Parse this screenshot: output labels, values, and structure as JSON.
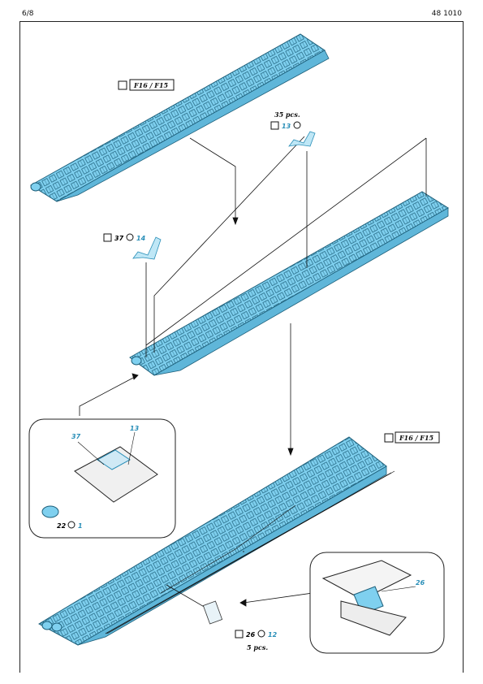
{
  "header": {
    "page": "6/8",
    "kit_number": "48 1010"
  },
  "callouts": {
    "variant_top": "F16 / F15",
    "variant_bottom": "F16 / F15",
    "qty_35": "35 pcs.",
    "qty_5": "5 pcs.",
    "part_13_a": "13",
    "part_37_a": "37",
    "part_14": "14",
    "part_37_b": "37",
    "part_13_b": "13",
    "part_22": "22",
    "part_1": "1",
    "part_26_a": "26",
    "part_26_b": "26",
    "part_12": "12"
  },
  "colors": {
    "part_cyan": "#6fc6e6",
    "part_outline": "#1d5f7a",
    "number_blue": "#2a8fb8",
    "line": "#111111"
  }
}
